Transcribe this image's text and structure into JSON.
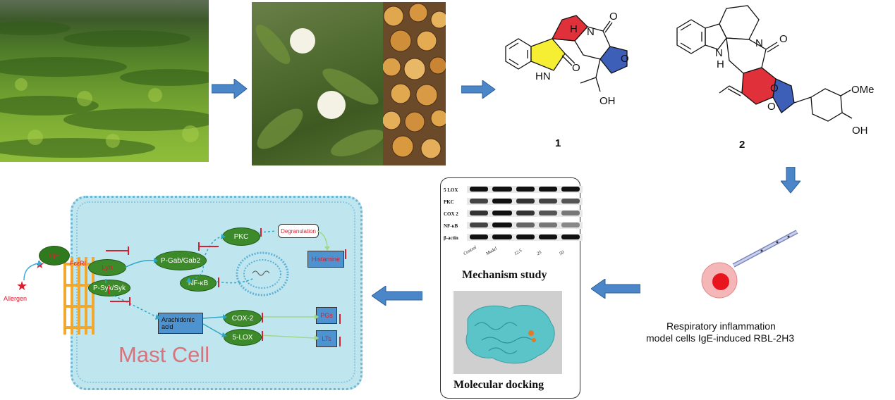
{
  "compound_labels": {
    "c1": "1",
    "c2": "2"
  },
  "structure_atoms": {
    "c1_h": "H",
    "c1_n": "N",
    "c1_o_lactam": "O",
    "c1_nh": "HN",
    "c1_o_oxindole": "O",
    "c1_o_furan": "O",
    "c1_oh": "OH",
    "c2_n": "N",
    "c2_o_carbonyl": "O",
    "c2_nh": "H",
    "c2_nh_n": "N",
    "c2_o1": "O",
    "c2_o2": "O",
    "c2_ome": "OMe",
    "c2_oh": "OH"
  },
  "cell_model": {
    "line1": "Respiratory inflammation",
    "line2": "model cells IgE-induced RBL-2H3"
  },
  "mechanism": {
    "title": "Mechanism study",
    "docking_title": "Molecular docking",
    "blot_rows": [
      "5 LOX",
      "PKC",
      "COX 2",
      "NF-κB",
      "β-actin"
    ],
    "blot_lanes": [
      "Control",
      "Model",
      "12.5",
      "25",
      "50"
    ]
  },
  "mast_cell": {
    "title": "Mast Cell",
    "allergen": "Allergen",
    "ige": "IgE",
    "receptor": "FcεRI",
    "lyn": "Lyn",
    "psyk": "P-Syk/Syk",
    "pgab": "P-Gab/Gab2",
    "pkc": "PKC",
    "nfkb": "NF-κB",
    "degranulation": "Degranulation",
    "histamine": "Histamine",
    "arachidonic": "Arachidonic acid",
    "cox2": "COX-2",
    "lox5": "5-LOX",
    "pgs": "PGs",
    "lts": "LTs"
  },
  "colors": {
    "arrow_fill": "#4a86c8",
    "cell_fill": "#bfe6ef",
    "pill_green": "#3d8a2a",
    "mast_text": "#d9727b",
    "red_inhibit": "#d42030"
  }
}
